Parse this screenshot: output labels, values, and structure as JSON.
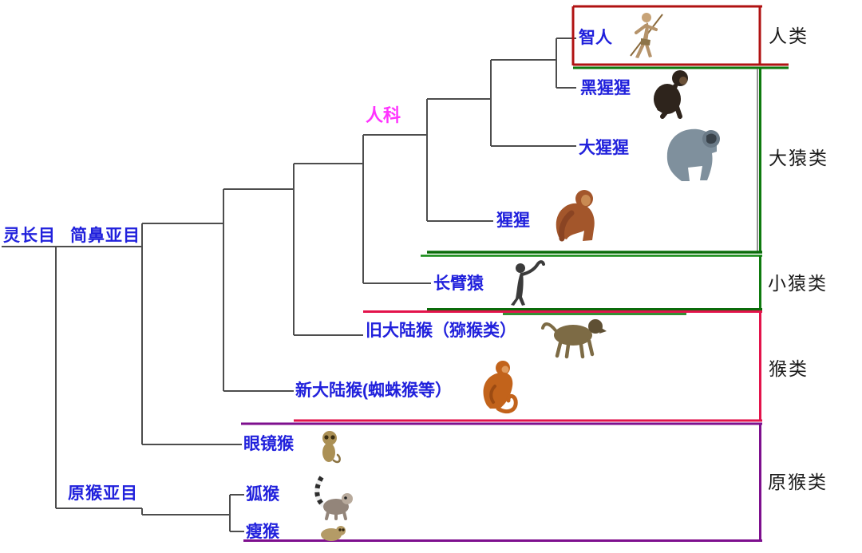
{
  "figure": {
    "type": "phylogenetic-tree-of-primates",
    "background": "#ffffff"
  },
  "root_labels": {
    "order": "灵长目",
    "haplorhini": "简鼻亚目",
    "strepsirrhini": "原猴亚目",
    "hominidae": "人科"
  },
  "taxa": [
    {
      "label": "智人",
      "animal": "early-human"
    },
    {
      "label": "黑猩猩",
      "animal": "chimpanzee"
    },
    {
      "label": "大猩猩",
      "animal": "gorilla"
    },
    {
      "label": "猩猩",
      "animal": "orangutan"
    },
    {
      "label": "长臂猿",
      "animal": "gibbon"
    },
    {
      "label": "旧大陆猴（猕猴类）",
      "animal": "old-world-monkey"
    },
    {
      "label": "新大陆猴(蜘蛛猴等）",
      "animal": "new-world-monkey"
    },
    {
      "label": "眼镜猴",
      "animal": "tarsier"
    },
    {
      "label": "狐猴",
      "animal": "lemur"
    },
    {
      "label": "瘦猴",
      "animal": "loris"
    }
  ],
  "groups": [
    {
      "label": "人类",
      "box_color": "#B01212"
    },
    {
      "label": "大猿类",
      "box_color": "#0E7A0E"
    },
    {
      "label": "小猿类",
      "box_color": "#0E7A0E"
    },
    {
      "label": "猴类",
      "box_color": "#E3134B"
    },
    {
      "label": "原猴类",
      "box_color": "#7E0F8E"
    }
  ],
  "colors": {
    "taxon_label": "#2121DC",
    "family_label": "#FF33FF",
    "group_label": "#1B1B1B",
    "branch_line": "#4D4D4D",
    "humans_box": "#B01212",
    "apes_box": "#0E7A0E",
    "monkeys_box": "#E3134B",
    "prosimians_box": "#7E0F8E"
  }
}
